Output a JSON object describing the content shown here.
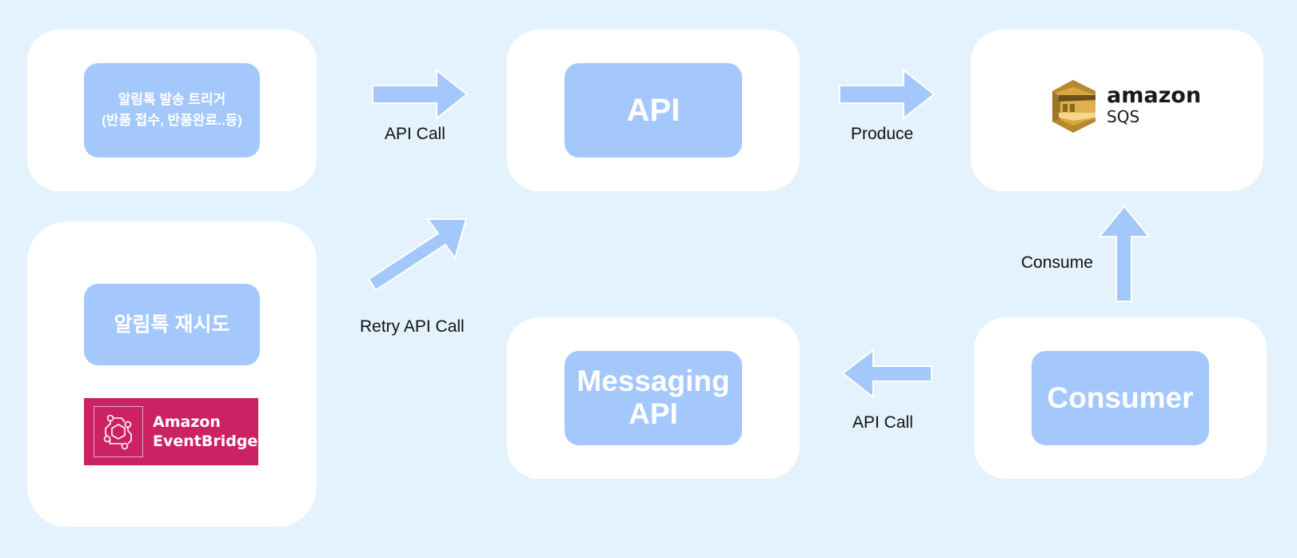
{
  "diagram": {
    "nodes": {
      "trigger": {
        "line1": "알림톡 발송 트리거",
        "line2": "(반품 접수, 반품완료..등)"
      },
      "retry": {
        "label": "알림톡 재시도"
      },
      "api": {
        "label": "API"
      },
      "messaging": {
        "line1": "Messaging",
        "line2": "API"
      },
      "consumer": {
        "label": "Consumer"
      }
    },
    "logos": {
      "eventbridge": {
        "line1": "Amazon",
        "line2": "EventBridge"
      },
      "sqs": {
        "line1": "amazon",
        "line2": "SQS"
      }
    },
    "edges": [
      {
        "from": "trigger",
        "to": "api",
        "label": "API Call"
      },
      {
        "from": "retry",
        "to": "api",
        "label": "Retry API Call"
      },
      {
        "from": "api",
        "to": "sqs",
        "label": "Produce"
      },
      {
        "from": "consumer",
        "to": "sqs",
        "label": "Consume"
      },
      {
        "from": "consumer",
        "to": "messaging",
        "label": "API Call"
      }
    ]
  },
  "colors": {
    "background": "#e3f2fd",
    "panel": "#ffffff",
    "node": "#a4c8fc",
    "arrow": "#a4c8fc",
    "eventbridge": "#cc2264",
    "sqs_gold": "#d9a741"
  }
}
